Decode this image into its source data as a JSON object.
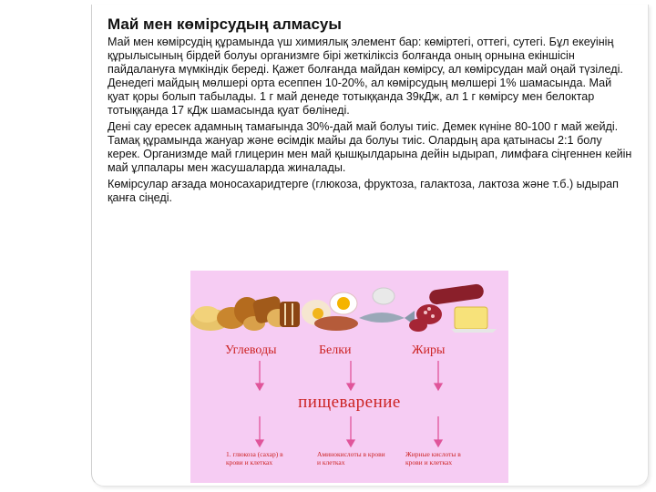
{
  "slide": {
    "title": "Май мен көмірсудың алмасуы",
    "paragraphs": [
      "Май мен көмірсудің құрамында үш химиялық элемент бар: көміртегі, оттегі, сутегі. Бұл екеуінің құрылысының бірдей болуы организмге бірі жеткіліксіз болғанда оның орнына екіншісін пайдалануға мүмкіндік береді. Қажет болғанда майдан көмірсу, ал көмірсудан май оңай түзіледі. Денедегі майдың мөлшері орта есеппен 10-20%, ал көмірсудың мөлшері 1% шамасында. Май қуат қоры болып табылады. 1 г май денеде тотыққанда 39кДж, ал 1 г көмірсу мен белоктар тотыққанда 17 кДж шамасында қуат бөлінеді.",
      "Дені сау ересек адамның тамағында 30%-дай май болуы тиіс. Демек күніне 80-100 г май жейді. Тамақ құрамында жануар және өсімдік майы да болуы тиіс. Олардың ара қатынасы 2:1 болу керек. Организмде май глицерин мен май қышқылдарына дейін ыдырап, лимфаға сіңгеннен кейін май ұлпалары мен жасушаларда жиналады.",
      "Көмірсулар ағзада моносахаридтерге (глюкоза, фруктоза, галактоза, лактоза және т.б.) ыдырап қанға сіңеді."
    ]
  },
  "figure": {
    "headings": [
      "Углеводы",
      "Белки",
      "Жиры"
    ],
    "center_label": "пищеварение",
    "results": [
      "1. глюкоза (сахар) в крови и клетках",
      "Аминокислоты в крови и клетках",
      "Жирные кислоты в крови и клетках"
    ]
  },
  "colors": {
    "figure_background": "#f6ccf3",
    "diagram_text": "#cc2222"
  }
}
